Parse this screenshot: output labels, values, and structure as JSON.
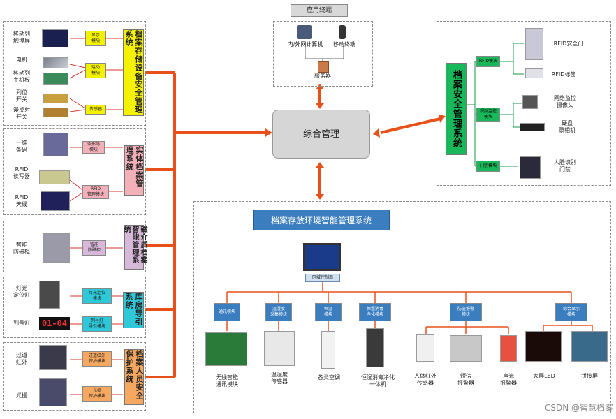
{
  "top": {
    "title": "应用终端",
    "pc": "内/外网计算机",
    "mobile": "移动终端",
    "server": "服务器"
  },
  "center": {
    "label": "综合管理"
  },
  "left": {
    "g1": {
      "title": "档案存储设备安全管理系统",
      "devices": [
        "移动列\n触摸屏",
        "电机",
        "移动列\n主机板",
        "到位\n开关",
        "漫反射\n开关"
      ],
      "modules": [
        "显示\n模块",
        "运动\n模块",
        "传感器"
      ]
    },
    "g2": {
      "title": "实体档案管理系统",
      "devices": [
        "一维\n条码",
        "RFID\n读写器",
        "RFID\n天线"
      ],
      "modules": [
        "条形码\n模块",
        "RFID\n管理模块"
      ]
    },
    "g3": {
      "title": "磁介质档案智能管理系统",
      "devices": [
        "智能\n防磁柜"
      ],
      "modules": [
        "智能\n防磁柜"
      ]
    },
    "g4": {
      "title": "库房导引系统",
      "devices": [
        "灯光\n定位灯",
        "列号灯"
      ],
      "modules": [
        "灯光定位\n模块",
        "列号灯\n导引模块"
      ],
      "display": "01-04"
    },
    "g5": {
      "title": "档案人员安全保护系统",
      "devices": [
        "过道\n红外",
        "光栅"
      ],
      "modules": [
        "过道红外\n保护模块",
        "光栅\n保护模块"
      ]
    }
  },
  "right": {
    "title": "档案安全管理系统",
    "modules": [
      "RFID模块",
      "视频监控\n模块",
      "门禁模块"
    ],
    "devices": [
      "RFID安全门",
      "RFID标签",
      "网络监控\n摄像头",
      "硬盘\n录相机",
      "人脸识别\n门禁"
    ]
  },
  "env": {
    "title": "档案存放环境智能管理系统",
    "controller": "区域控制器",
    "modules": [
      "通讯模块",
      "温湿度\n采集模块",
      "恒温\n模块",
      "恒湿消毒\n净化模块",
      "防盗报警\n模块",
      "综合显示\n模块"
    ],
    "devices": [
      "无线智能\n通讯模块",
      "温湿度\n传感器",
      "各类空调",
      "恒湿消毒净化\n一体机",
      "人体红外\n传感器",
      "短信\n报警器",
      "声光\n报警器",
      "大屏LED",
      "拼接屏"
    ]
  },
  "watermark": "CSDN @智慧档案",
  "colors": {
    "trunk": "#e8501a",
    "line": "#1a9a4a"
  }
}
